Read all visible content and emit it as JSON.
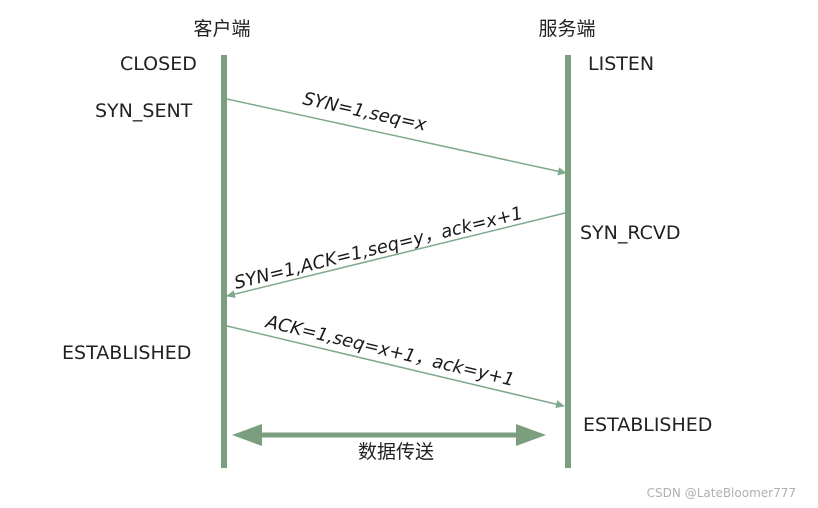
{
  "diagram": {
    "client_title": "客户端",
    "server_title": "服务端",
    "colors": {
      "lifeline": "#7a9e7e",
      "arrow": "#7fa98a",
      "text": "#222222"
    },
    "client_states": {
      "closed": "CLOSED",
      "syn_sent": "SYN_SENT",
      "established": "ESTABLISHED"
    },
    "server_states": {
      "listen": "LISTEN",
      "syn_rcvd": "SYN_RCVD",
      "established": "ESTABLISHED"
    },
    "messages": {
      "syn": "SYN=1,seq=x",
      "syn_ack": "SYN=1,ACK=1,seq=y，ack=x+1",
      "ack": "ACK=1,seq=x+1，ack=y+1"
    },
    "data_transfer": "数据传送"
  },
  "watermark": "CSDN @LateBloomer777"
}
